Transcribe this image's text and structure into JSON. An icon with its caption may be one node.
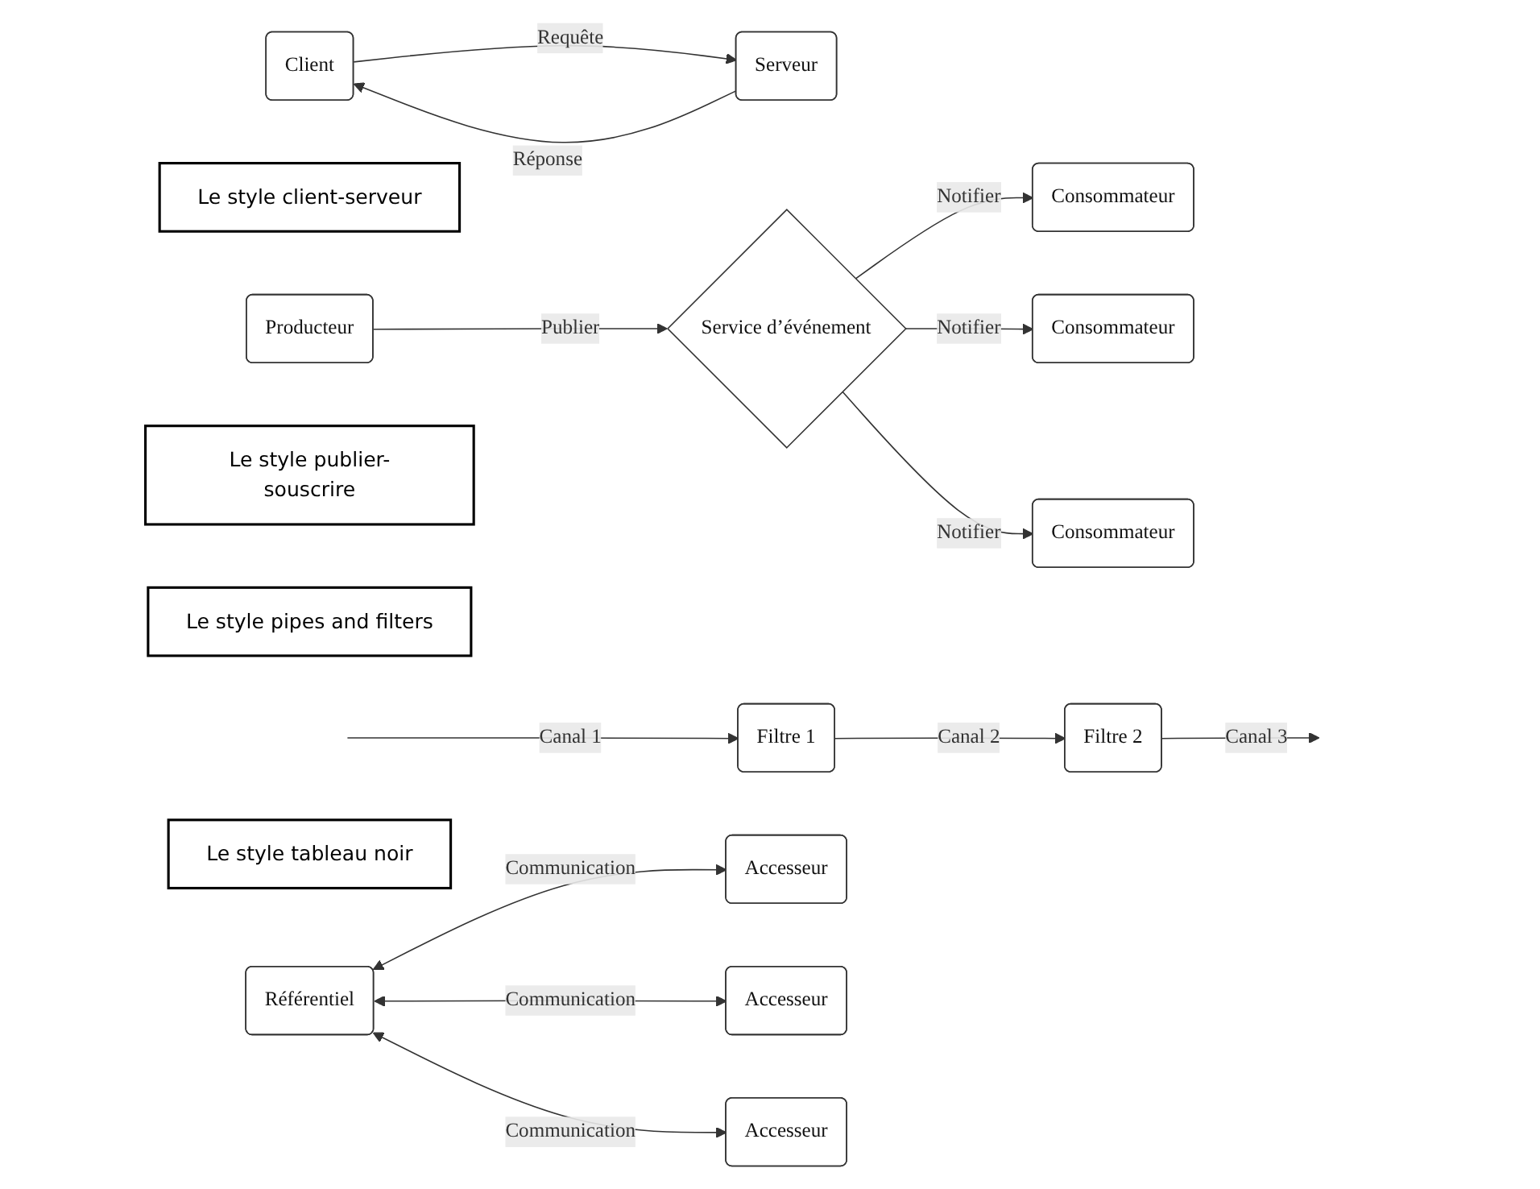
{
  "diagram": {
    "nodes": [
      {
        "text": [
          "Client"
        ]
      },
      {
        "text": [
          "Serveur"
        ]
      },
      {
        "text": [
          "Le style client-serveur"
        ]
      },
      {
        "text": [
          "Producteur"
        ]
      },
      {
        "text": [
          "Service d’événement"
        ]
      },
      {
        "text": [
          "Consommateur"
        ]
      },
      {
        "text": [
          "Consommateur"
        ]
      },
      {
        "text": [
          "Consommateur"
        ]
      },
      {
        "text": [
          "Le style publier-souscrire"
        ]
      },
      {
        "text": [
          "Filtre 1"
        ]
      },
      {
        "text": [
          "Filtre 2"
        ]
      },
      {
        "text": [
          "Le style pipes and filters"
        ]
      },
      {
        "text": [
          "Référentiel"
        ]
      },
      {
        "text": [
          "Le style tableau noir"
        ]
      },
      {
        "text": [
          "Accesseur"
        ]
      },
      {
        "text": [
          "Accesseur"
        ]
      },
      {
        "text": [
          "Accesseur"
        ]
      }
    ],
    "edges": [
      {
        "from": 0,
        "to": 1,
        "arrow": "to",
        "label": "Requête"
      },
      {
        "from": 1,
        "to": 0,
        "arrow": "to",
        "label": "Réponse"
      },
      {
        "from": 3,
        "to": 4,
        "arrow": "to",
        "label": "Publier"
      },
      {
        "from": 4,
        "to": 5,
        "arrow": "to",
        "label": "Notifier"
      },
      {
        "from": 4,
        "to": 6,
        "arrow": "to",
        "label": "Notifier"
      },
      {
        "from": 4,
        "to": 7,
        "arrow": "to",
        "label": "Notifier"
      },
      {
        "from": null,
        "to": 9,
        "arrow": "to",
        "label": "Canal 1"
      },
      {
        "from": 9,
        "to": 10,
        "arrow": "to",
        "label": "Canal 2"
      },
      {
        "from": 10,
        "to": null,
        "arrow": "to",
        "label": "Canal 3"
      },
      {
        "from": 12,
        "to": 14,
        "arrow": "both",
        "label": "Communication"
      },
      {
        "from": 12,
        "to": 15,
        "arrow": "both",
        "label": "Communication"
      },
      {
        "from": 12,
        "to": 16,
        "arrow": "both",
        "label": "Communication"
      }
    ]
  }
}
